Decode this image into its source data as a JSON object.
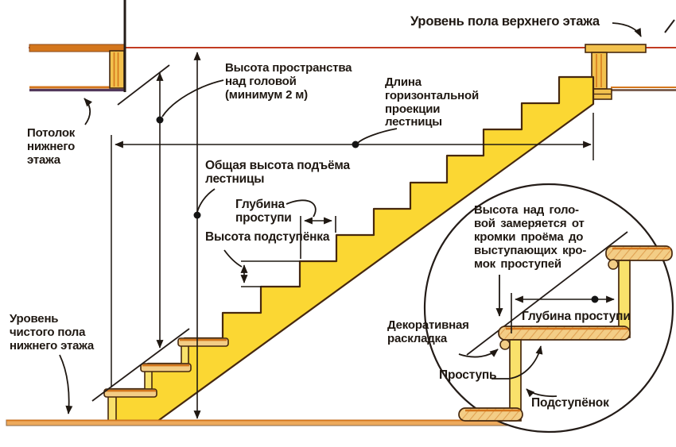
{
  "labels": {
    "upper_floor_level": "Уровень пола верхнего этажа",
    "headroom": "Высота пространства\nнад головой\n(минимум 2 м)",
    "horizontal_projection": "Длина\nгоризонтальной\nпроекции\nлестницы",
    "lower_ceiling": "Потолок\nнижнего\nэтажа",
    "total_rise": "Общая высота подъёма\nлестницы",
    "tread_depth": "Глубина\nпроступи",
    "riser_height": "Высота подступёнка",
    "lower_floor_level": "Уровень\nчистого пола\nнижнего этажа",
    "inset_note": "Высота над голо-\nвой замеряется от\nкромки проёма до\nвыступающих кро-\nмок проступей",
    "decorative_molding": "Декоративная\nраскладка",
    "inset_tread_depth": "Глубина проступи",
    "tread": "Проступь",
    "riser": "Подступёнок"
  },
  "colors": {
    "stair_yellow": "#FBD733",
    "wood_light": "#F3CD86",
    "wood_mid": "#F2C14E",
    "pale_riser": "#F9E16B",
    "outline": "#46280E",
    "ink": "#1F1812",
    "orange_edge": "#D4761C",
    "level_red": "#C23B22",
    "floor_tan": "#EDAA5D",
    "ceiling_dark": "#53395C"
  }
}
